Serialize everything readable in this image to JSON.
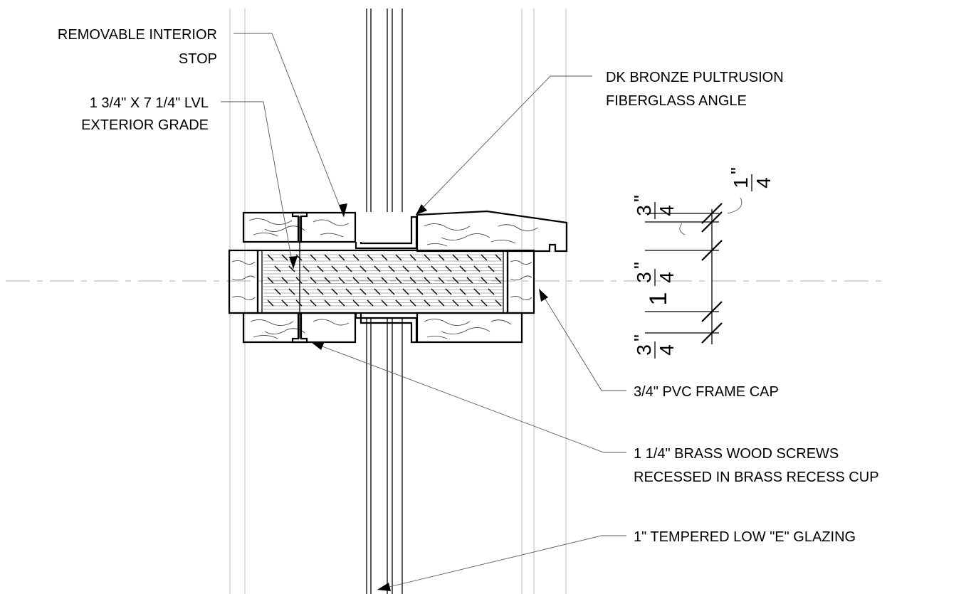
{
  "labels": {
    "removable_stop": [
      "REMOVABLE INTERIOR",
      "STOP"
    ],
    "lvl": [
      "1 3/4\" X 7 1/4\" LVL",
      "EXTERIOR GRADE"
    ],
    "angle": [
      "DK BRONZE PULTRUSION",
      "FIBERGLASS ANGLE"
    ],
    "pvc_cap": [
      "3/4\" PVC FRAME CAP"
    ],
    "screws": [
      "1 1/4\" BRASS WOOD SCREWS",
      "RECESSED IN BRASS RECESS CUP"
    ],
    "glazing": [
      "1\" TEMPERED LOW \"E\" GLAZING"
    ]
  },
  "dimensions": {
    "top_small": {
      "num": "1",
      "inch": "\"",
      "den": "4"
    },
    "top": {
      "num": "3",
      "inch": "\"",
      "den": "4"
    },
    "middle": {
      "whole": "1",
      "num": "3",
      "inch": "\"",
      "den": "4"
    },
    "bottom": {
      "num": "3",
      "inch": "\"",
      "den": "4"
    }
  }
}
